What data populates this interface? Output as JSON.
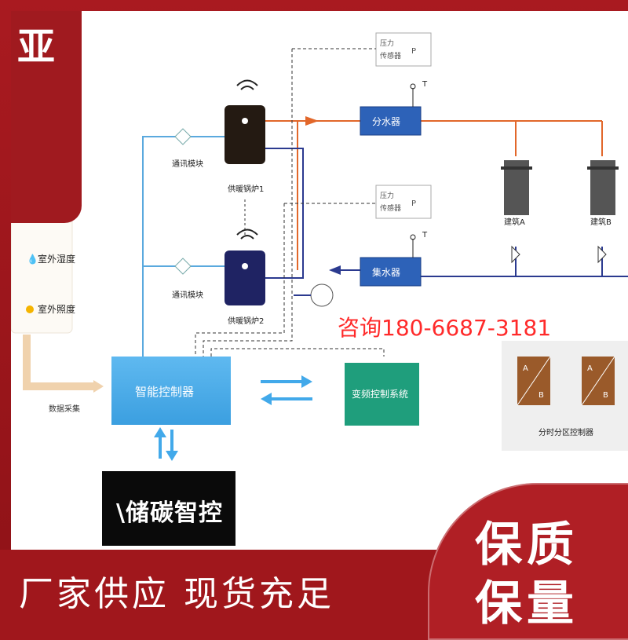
{
  "brand_corner": "亚",
  "sensors": {
    "outdoor_humidity": "室外湿度",
    "outdoor_light": "室外照度"
  },
  "labels": {
    "data_collect": "数据采集",
    "comm_module_1": "通讯模块",
    "comm_module_2": "通讯模块",
    "boiler_1": "供暖锅炉1",
    "boiler_2": "供暖锅炉2",
    "pressure_sensor_1_a": "压力",
    "pressure_sensor_1_b": "传感器",
    "pressure_sensor_2_a": "压力",
    "pressure_sensor_2_b": "传感器",
    "pressure_p_1": "P",
    "pressure_p_2": "P",
    "temp_t_1": "T",
    "temp_t_2": "T",
    "distributor": "分水器",
    "collector": "集水器",
    "building_a": "建筑A",
    "building_b": "建筑B",
    "smart_controller": "智能控制器",
    "vfd_system": "变频控制系统",
    "zone_controller": "分时分区控制器",
    "zone_a": "A",
    "zone_b": "B"
  },
  "consult": "咨询180-6687-3181",
  "logo_text": "\\储碳智控",
  "slogan": "厂家供应  现货充足",
  "badge": {
    "line1": "保质",
    "line2": "保量"
  },
  "colors": {
    "frame": "#a0171c",
    "flow_hot": "#e2672a",
    "flow_return": "#2b3a8f",
    "signal": "#5aa9de",
    "controller": "#42a9ea",
    "vfd": "#1f9e7c",
    "zone": "#9a5a2a"
  }
}
